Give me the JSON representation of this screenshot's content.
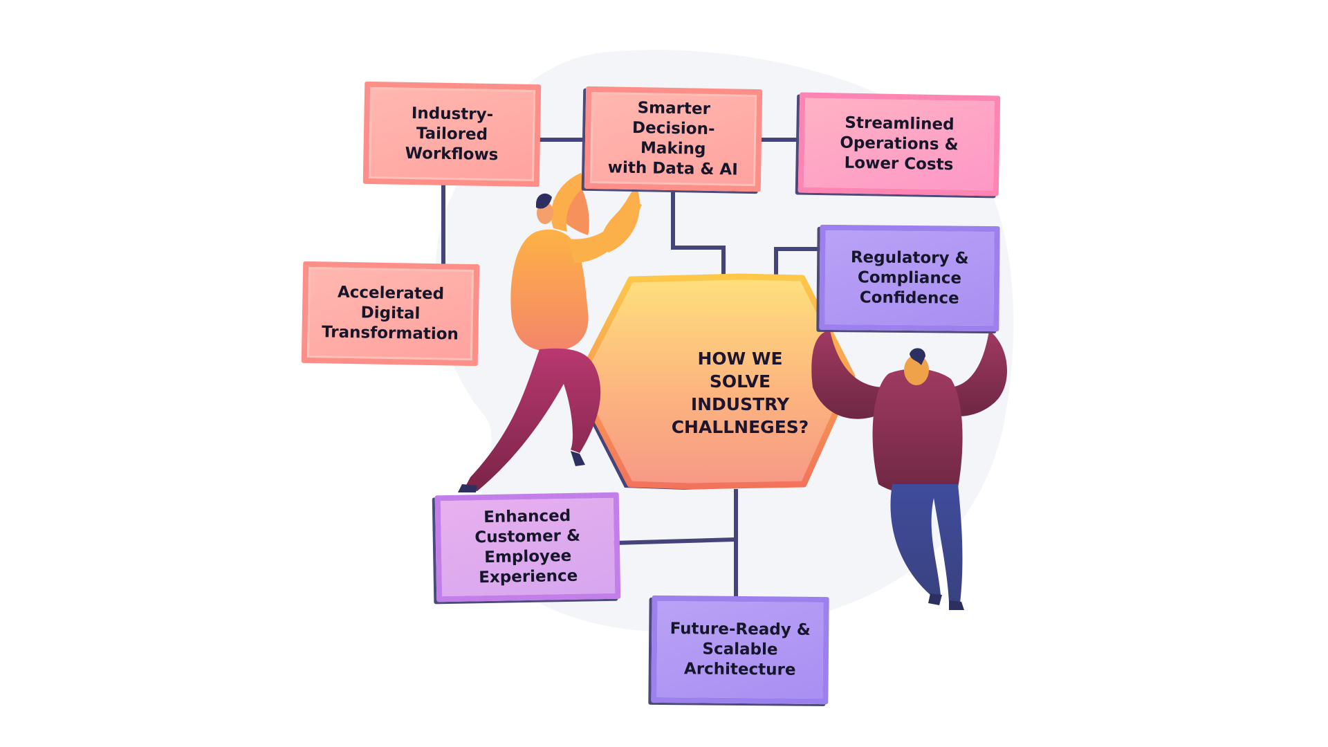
{
  "hub": {
    "label": "HOW WE\nSOLVE\nINDUSTRY\nCHALLNEGES?"
  },
  "nodes": {
    "industry_tailored_workflows": "Industry-\nTailored\nWorkflows",
    "smarter_decision_making": "Smarter\nDecision-Making\nwith Data & AI",
    "streamlined_operations": "Streamlined\nOperations &\nLower Costs",
    "accelerated_digital_transformation": "Accelerated\nDigital\nTransformation",
    "regulatory_compliance": "Regulatory &\nCompliance\nConfidence",
    "enhanced_experience": "Enhanced\nCustomer &\nEmployee\nExperience",
    "future_ready_architecture": "Future-Ready &\nScalable\nArchitecture"
  },
  "colors": {
    "connector": "#45447a",
    "blob": "#f3f5f9",
    "pink_box": "#ffaaa6",
    "hot_pink_box": "#fda0c6",
    "violet_box": "#ae95f3",
    "lilac_box": "#dcaaf0",
    "hub_gradient_top": "#ffd873",
    "hub_gradient_bottom": "#f79a86"
  }
}
